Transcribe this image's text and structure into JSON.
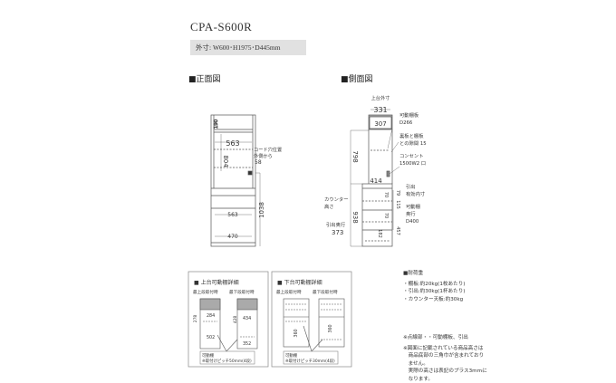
{
  "header": {
    "model": "CPA-S600R",
    "dimensions": "外寸: W600･H1975･D445mm"
  },
  "front_view": {
    "heading": "■正面図",
    "dims": {
      "top_height": "190",
      "inner_width_upper": "563",
      "upper_height": "804",
      "inner_width_lower": "563",
      "drawer_width": "470",
      "cord_height": "1038"
    },
    "cord_note": [
      "コード穴位置",
      "外側から",
      "58"
    ]
  },
  "side_view": {
    "heading": "■側面図",
    "top_label": "上台外寸",
    "dims": {
      "top_depth": "331",
      "shelf_depth": "307",
      "upper_h": "798",
      "counter_depth": "414",
      "counter_h": "938",
      "d70a": "70",
      "d70b": "70",
      "d79": "79",
      "d115": "115",
      "d182": "182",
      "d457": "457",
      "draw_depth": "373"
    },
    "labels": {
      "shelf": [
        "可動棚板",
        "D266"
      ],
      "gap": [
        "裏板と棚板",
        "との隙間 15"
      ],
      "outlet": [
        "コンセント",
        "1500W2 口"
      ],
      "drawer": [
        "引出",
        "有効内寸"
      ],
      "lower_shelf": [
        "可動棚",
        "奥行",
        "D400"
      ],
      "counter": [
        "カウンター",
        "高さ"
      ],
      "draw_depth_label": "引出奥行"
    }
  },
  "detail_upper": {
    "heading": "■ 上台可動棚詳細",
    "col1": "最上段取付時",
    "col2": "最下段取付時",
    "dims": [
      "278",
      "284",
      "502",
      "428",
      "434",
      "352"
    ],
    "note": [
      "可動棚",
      "※取付けピッチ50mm(4段)"
    ]
  },
  "detail_lower": {
    "heading": "■ 下台可動棚詳細",
    "col1": "最上段取付時",
    "col2": "最下段取付時",
    "dims": [
      "360",
      "360"
    ],
    "note": [
      "可動棚",
      "※取付けピッチ30mm(4段)"
    ]
  },
  "notes": {
    "load_heading": "■耐荷重",
    "loads": [
      "・棚板:約20kg(1枚あたり)",
      "・引出:約30kg(1杯あたり)",
      "・カウンター天板:約30kg"
    ],
    "dotted": "※点線部・・可動棚板、引出",
    "height_note": [
      "※図面に記載されている商品高さは",
      "　商品底部の三角巾が含まれており",
      "　ません。",
      "　実際の高さは表記のプラス3mmに",
      "　なります。"
    ]
  },
  "colors": {
    "box_fill": "#e1e1e1",
    "line": "#555555",
    "panel_top": "#aaaaaa"
  }
}
